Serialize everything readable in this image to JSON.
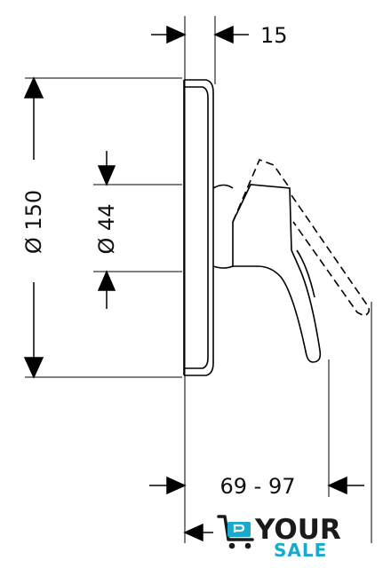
{
  "dimensions": {
    "top_depth": "15",
    "outer_diameter": "Ø 150",
    "inner_diameter": "Ø 44",
    "projection_range": "69 - 97"
  },
  "watermark": {
    "brand_line1": "YOUR",
    "brand_line2": "SALE",
    "brand_color": "#18a9cf",
    "icon": "shopping-cart-icon"
  }
}
